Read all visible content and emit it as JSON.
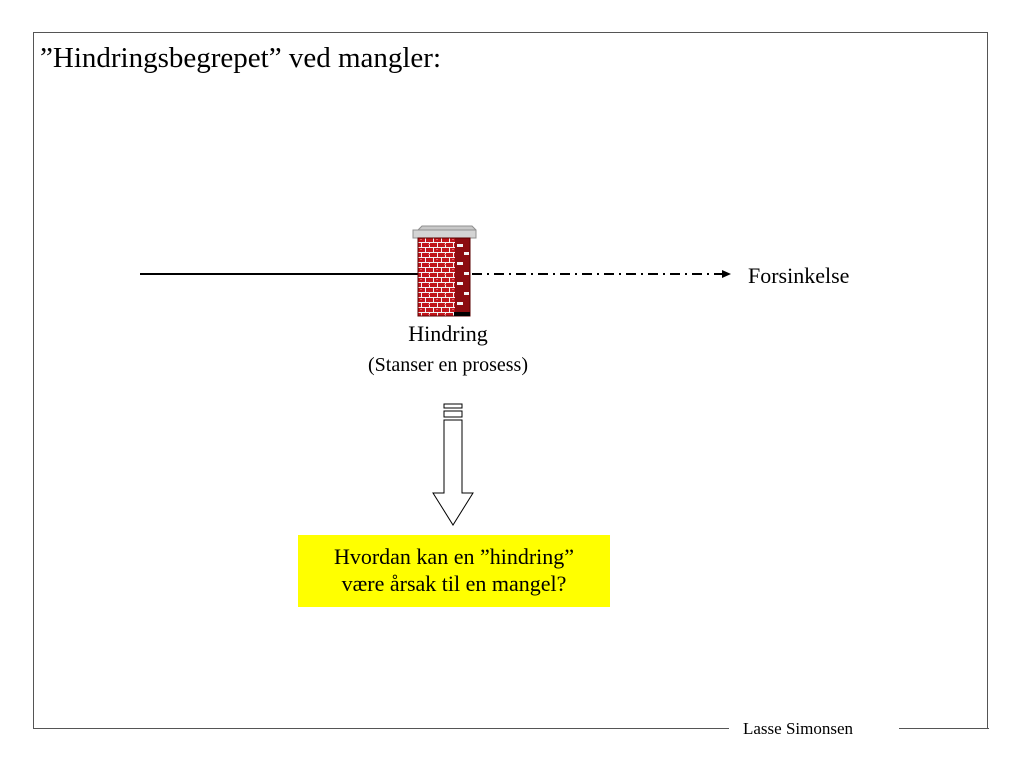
{
  "slide": {
    "title": "”Hindringsbegrepet” ved mangler:",
    "footer_author": "Lasse Simonsen"
  },
  "diagram": {
    "outcome_label": "Forsinkelse",
    "obstacle_label": "Hindring",
    "obstacle_sublabel": "(Stanser en prosess)",
    "question_line_1": "Hvordan kan en ”hindring”",
    "question_line_2": "være årsak til en mangel?"
  },
  "colors": {
    "brick": "#c0141a",
    "mortar": "#f2f2f2",
    "wall_cap": "#c8c8c8",
    "question_highlight": "#ffff00"
  },
  "icons": {
    "obstacle": "brick-wall-icon",
    "flow": "down-arrow-icon"
  }
}
